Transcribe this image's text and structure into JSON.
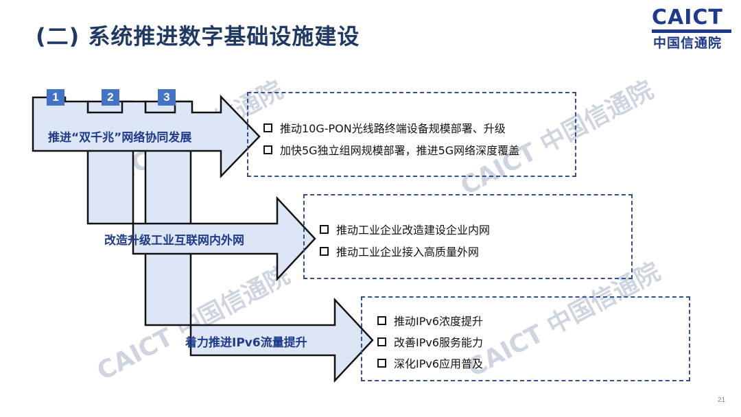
{
  "title": "(二) 系统推进数字基础设施建设",
  "logo": {
    "en": "CAICT",
    "cn": "中国信通院"
  },
  "watermark": "CAICT 中国信通院",
  "page_number": "21",
  "steps": [
    "1",
    "2",
    "3"
  ],
  "arrows": [
    {
      "label": "推进“双千兆”网络协同发展",
      "items": [
        "推动10G-PON光线路终端设备规模部署、升级",
        "加快5G独立组网规模部署，推进5G网络深度覆盖"
      ]
    },
    {
      "label": "改造升级工业互联网内外网",
      "items": [
        "推动工业企业改造建设企业内网",
        "推动工业企业接入高质量外网"
      ]
    },
    {
      "label": "着力推进IPv6流量提升",
      "items": [
        "推动IPv6浓度提升",
        "改善IPv6服务能力",
        "深化IPv6应用普及"
      ]
    }
  ],
  "colors": {
    "accent": "#1f3a8c",
    "title": "#1f3864",
    "badge": "#4472c4",
    "arrow_fill": "#dde6f4"
  }
}
